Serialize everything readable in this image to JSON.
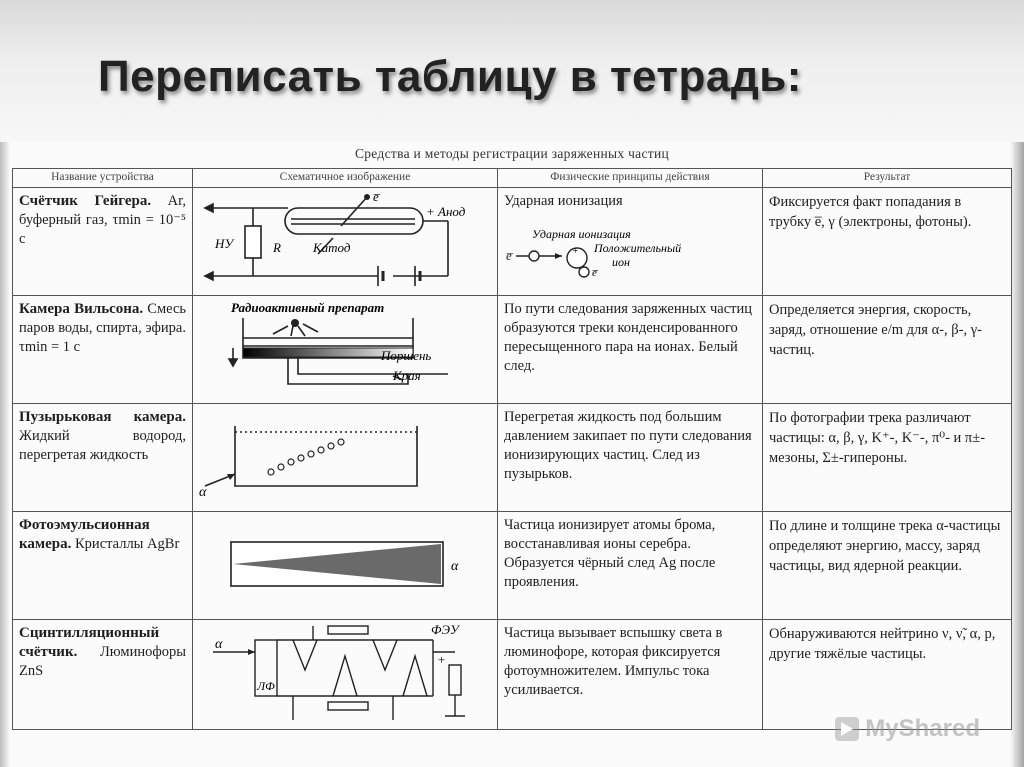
{
  "slide": {
    "title": "Переписать таблицу в тетрадь:"
  },
  "table": {
    "caption": "Средства и методы регистрации заряженных частиц",
    "headers": [
      "Название устройства",
      "Схематичное изображение",
      "Физические принципы действия",
      "Результат"
    ],
    "rows": [
      {
        "device_name": "Счётчик Гейгера.",
        "device_desc": "Ar, буферный газ, τmin = 10⁻⁵ с",
        "principle": "Ударная ионизация",
        "result": "Фиксируется факт попадания в трубку e̅, γ (электроны, фотоны).",
        "scheme_labels": {
          "electron": "e̅",
          "anode": "+ Анод",
          "cathode": "Катод",
          "nu": "НУ",
          "r": "R",
          "impact": "Ударная ионизация",
          "positive_ion_1": "Положительный",
          "positive_ion_2": "ион"
        }
      },
      {
        "device_name": "Камера Вильсона.",
        "device_desc": "Смесь паров воды, спирта, эфира. τmin = 1 с",
        "principle": "По пути следования заряженных частиц образуются треки конденсированного пересыщенного пара на ионах. Белый след.",
        "result": "Определяется энергия, скорость, заряд, отношение e/m для α-, β-, γ-частиц.",
        "scheme_labels": {
          "source": "Радиоактивный препарат",
          "piston": "Поршень",
          "edges": "Края"
        }
      },
      {
        "device_name": "Пузырьковая камера.",
        "device_desc": "Жидкий водород, перегретая жидкость",
        "principle": "Перегретая жидкость под большим давлением закипает по пути следования ионизирующих частиц. След из пузырьков.",
        "result": "По фотографии трека различают частицы: α, β, γ, K⁺-, K⁻-, π⁰- и π±-мезоны, Σ±-гипероны.",
        "scheme_labels": {
          "alpha": "α"
        }
      },
      {
        "device_name": "Фотоэмульсионная камера.",
        "device_desc": "Кристаллы AgBr",
        "principle": "Частица ионизирует атомы брома, восстанавливая ионы серебра. Образуется чёрный след Ag после проявления.",
        "result": "По длине и толщине трека α-частицы определяют энергию, массу, заряд частицы, вид ядерной реакции.",
        "scheme_labels": {
          "alpha": "α"
        }
      },
      {
        "device_name": "Сцинтилляционный счётчик.",
        "device_desc": "Люминофоры ZnS",
        "principle": "Частица вызывает вспышку света в люминофоре, которая фиксируется фотоумножителем. Импульс тока усиливается.",
        "result": "Обнаруживаются нейтрино ν, ν̃, α, p, другие тяжёлые частицы.",
        "scheme_labels": {
          "alpha": "α",
          "feu": "ФЭУ",
          "lf": "ЛФ",
          "plus": "+"
        }
      }
    ]
  },
  "watermark": {
    "text": "MyShared"
  }
}
